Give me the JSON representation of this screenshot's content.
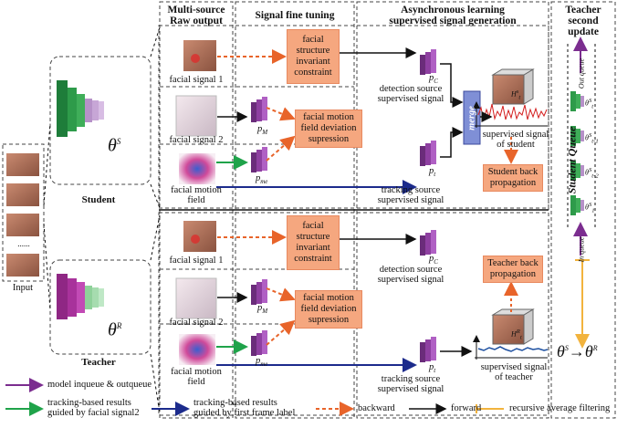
{
  "headers": {
    "col1": "Multi-source\nRaw output",
    "col2": "Signal fine tuning",
    "col3": "Asynchronous learning\nsupervised signal generation",
    "col4": "Teacher\nsecond update"
  },
  "left": {
    "input_label": "Input",
    "student_label": "Student",
    "teacher_label": "Teacher",
    "theta_s": "θ",
    "theta_s_sup": "S",
    "theta_r": "θ",
    "theta_r_sup": "R",
    "dots": "......"
  },
  "student": {
    "facial_signal_1": "facial signal 1",
    "facial_signal_2": "facial signal 2",
    "facial_motion_field": "facial motion\nfield",
    "box_structure": "facial\nstructure\ninvariant\nconstraint",
    "box_motion": "facial motion\nfield deviation\nsupression",
    "p_c": "p",
    "p_c_sub": "C",
    "p_m": "p",
    "p_m_sub": "M",
    "p_me": "p",
    "p_me_sub": "me",
    "p_t": "p",
    "p_t_sub": "t",
    "detection_label": "detection source\nsupervised signal",
    "tracking_label": "tracking source\nsupervised signal",
    "merge": "merge",
    "h_label": "H",
    "h_sup": "s",
    "h_sub": "t",
    "supervised_label": "supervised signal\nof student",
    "back_prop": "Student back\npropagation"
  },
  "teacher": {
    "facial_signal_1": "facial signal 1",
    "facial_signal_2": "facial signal 2",
    "facial_motion_field": "facial motion\nfield",
    "box_structure": "facial\nstructure\ninvariant\nconstraint",
    "box_motion": "facial motion\nfield deviation\nsupression",
    "p_c": "p",
    "p_c_sub": "C",
    "p_m": "p",
    "p_m_sub": "M",
    "p_me": "p",
    "p_me_sub": "me",
    "p_t": "p",
    "p_t_sub": "t",
    "detection_label": "detection source\nsupervised signal",
    "tracking_label": "tracking source\nsupervised signal",
    "h_label": "H",
    "h_sup": "R",
    "h_sub": "t",
    "supervised_label": "supervised signal\nof teacher",
    "back_prop": "Teacher back\npropagation"
  },
  "queue": {
    "title": "Student Queue",
    "out_queue": "Out queue",
    "in_queue": "In queue",
    "thetas": [
      "θ",
      "θ",
      "θ",
      "θ"
    ],
    "theta_subs": [
      "t",
      "t-1",
      "t-2",
      "1"
    ],
    "theta_sup": "S",
    "update_lhs": "θ",
    "update_lhs_sup": "S",
    "update_arrow": "→",
    "update_rhs": "θ",
    "update_rhs_sup": "R"
  },
  "legend": {
    "purple": "model inqueue & outqueue",
    "green": "tracking-based results\nguided by facial signal2",
    "navy": "tracking-based results\nguided by first frame label",
    "backward": "backward",
    "forward": "forward",
    "filter": "recursive average filtering"
  },
  "colors": {
    "orange_box": "#f5a77f",
    "dashed_orange": "#e8642a",
    "green_arrow": "#1fa34a",
    "navy_arrow": "#1c2b8c",
    "purple_arrow": "#7b2d8f",
    "gold_arrow": "#f2b33d",
    "merge_box": "#7f8fd6",
    "student_model": "#2e9b4a",
    "teacher_model": "#a8329b",
    "signal_red": "#d31c1c",
    "signal_blue": "#1c4fa0"
  }
}
